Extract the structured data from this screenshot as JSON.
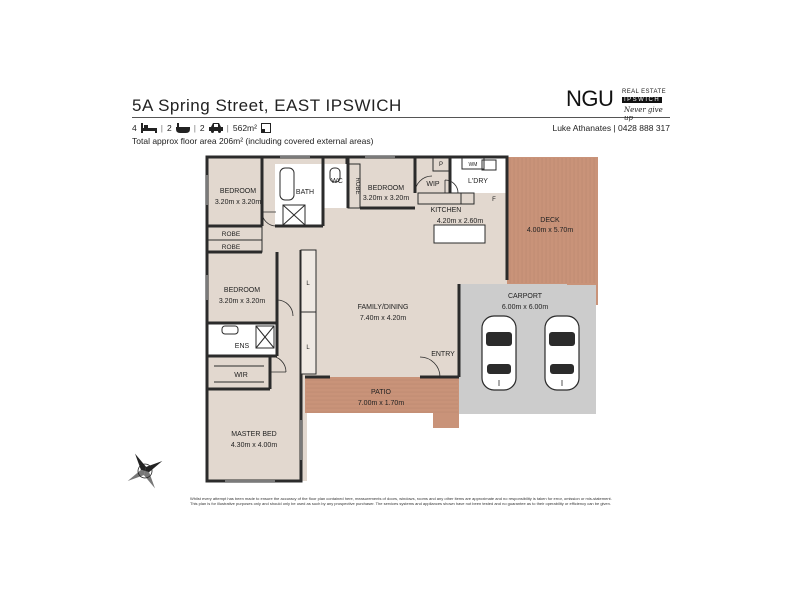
{
  "listing": {
    "address": "5A Spring Street, EAST IPSWICH",
    "bedrooms": "4",
    "bathrooms": "2",
    "car_spaces": "2",
    "land_size": "562m²",
    "floor_area": "Total approx floor area 206m² (including covered external areas)"
  },
  "agent": {
    "name_phone": "Luke Athanates | 0428 888 317"
  },
  "logo": {
    "brand": "NGU",
    "line1": "REAL ESTATE",
    "line2": "IPSWICH",
    "tagline": "Never give up"
  },
  "icons": [
    "bed-icon",
    "bath-icon",
    "car-icon",
    "land-icon",
    "compass-icon"
  ],
  "colors": {
    "floor": "#e2d8cf",
    "wet_area": "#ffffff",
    "deck": "#c99379",
    "carport": "#cccccc",
    "wall": "#2b2b2b"
  },
  "rooms": {
    "bedroom1": {
      "name": "BEDROOM",
      "dims": "3.20m x 3.20m"
    },
    "bath": {
      "name": "BATH"
    },
    "wc": {
      "name": "WC"
    },
    "robe_vertical": {
      "name": "ROBE"
    },
    "bedroom2": {
      "name": "BEDROOM",
      "dims": "3.20m x 3.20m"
    },
    "wip": {
      "name": "WIP"
    },
    "pantry": {
      "name": "P"
    },
    "wm": {
      "name": "WM"
    },
    "laundry": {
      "name": "L'DRY"
    },
    "fridge": {
      "name": "F"
    },
    "kitchen": {
      "name": "KITCHEN",
      "dims": "4.20m x 2.60m"
    },
    "deck": {
      "name": "DECK",
      "dims": "4.00m x 5.70m"
    },
    "robe1": {
      "name": "ROBE"
    },
    "robe2": {
      "name": "ROBE"
    },
    "bedroom3": {
      "name": "BEDROOM",
      "dims": "3.20m x 3.20m"
    },
    "family": {
      "name": "FAMILY/DINING",
      "dims": "7.40m x 4.20m"
    },
    "linen1": {
      "name": "L"
    },
    "linen2": {
      "name": "L"
    },
    "carport": {
      "name": "CARPORT",
      "dims": "6.00m x 6.00m"
    },
    "ens": {
      "name": "ENS"
    },
    "entry": {
      "name": "ENTRY"
    },
    "wir": {
      "name": "WIR"
    },
    "patio": {
      "name": "PATIO",
      "dims": "7.00m x 1.70m"
    },
    "master": {
      "name": "MASTER BED",
      "dims": "4.30m x 4.00m"
    }
  },
  "disclaimer": {
    "line1": "Whilst every attempt has been made to ensure the accuracy of the floor plan contained here, measurements of doors, windows, rooms and any other items are approximate and no responsibility is taken for error, omission or mis-statement.",
    "line2": "This plan is for illustrative purposes only and should only be used as such by any prospective purchaser. The services systems and appliances shown have not been tested and no guarantee as to their operability or efficiency can be given."
  }
}
